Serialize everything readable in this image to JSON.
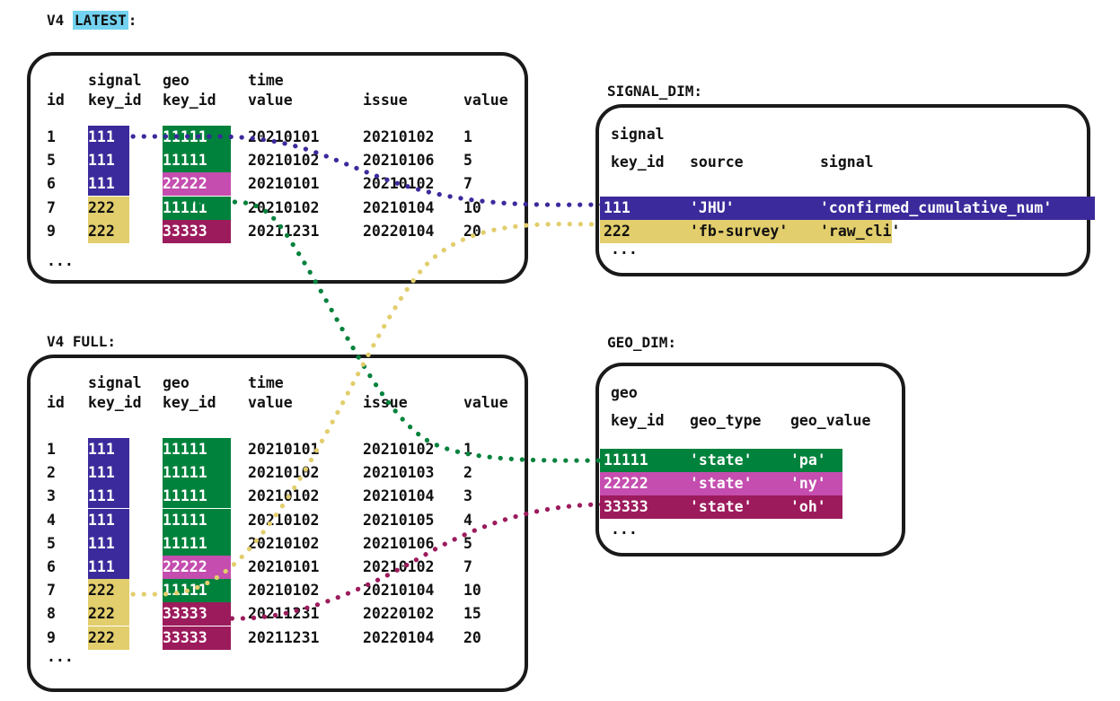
{
  "meta": {
    "title": "COVIDcast V4 database schema: fact tables and dimension tables",
    "palette": {
      "purple": "#3B2A9B",
      "yellow": "#E2CE6C",
      "green": "#00823C",
      "magenta": "#C44DAF",
      "maroon": "#9C1B5C",
      "highlight_cyan": "#73D2F0",
      "stroke": "#1a1a1a",
      "background": "#ffffff"
    },
    "ellipsis": "..."
  },
  "captions": {
    "latest_prefix": "V4 ",
    "latest_badge": "LATEST",
    "latest_suffix": ":",
    "full": "V4 FULL:",
    "signal_dim": "SIGNAL_DIM:",
    "geo_dim": "GEO_DIM:"
  },
  "fact_columns": {
    "line1": [
      "",
      "signal",
      "geo",
      "time",
      "",
      ""
    ],
    "line2": [
      "id",
      "key_id",
      "key_id",
      "value",
      "issue",
      "value"
    ]
  },
  "latest_table": {
    "name": "V4 LATEST",
    "rows": [
      {
        "id": "1",
        "signal_key_id": "111",
        "signal_color": "purple",
        "geo_key_id": "11111",
        "geo_color": "green",
        "time_value": "20210101",
        "issue": "20210102",
        "value": "1"
      },
      {
        "id": "5",
        "signal_key_id": "111",
        "signal_color": "purple",
        "geo_key_id": "11111",
        "geo_color": "green",
        "time_value": "20210102",
        "issue": "20210106",
        "value": "5"
      },
      {
        "id": "6",
        "signal_key_id": "111",
        "signal_color": "purple",
        "geo_key_id": "22222",
        "geo_color": "magenta",
        "time_value": "20210101",
        "issue": "20210102",
        "value": "7"
      },
      {
        "id": "7",
        "signal_key_id": "222",
        "signal_color": "yellow",
        "geo_key_id": "11111",
        "geo_color": "green",
        "time_value": "20210102",
        "issue": "20210104",
        "value": "10"
      },
      {
        "id": "9",
        "signal_key_id": "222",
        "signal_color": "yellow",
        "geo_key_id": "33333",
        "geo_color": "maroon",
        "time_value": "20211231",
        "issue": "20220104",
        "value": "20"
      }
    ]
  },
  "full_table": {
    "name": "V4 FULL",
    "rows": [
      {
        "id": "1",
        "signal_key_id": "111",
        "signal_color": "purple",
        "geo_key_id": "11111",
        "geo_color": "green",
        "time_value": "20210101",
        "issue": "20210102",
        "value": "1"
      },
      {
        "id": "2",
        "signal_key_id": "111",
        "signal_color": "purple",
        "geo_key_id": "11111",
        "geo_color": "green",
        "time_value": "20210102",
        "issue": "20210103",
        "value": "2"
      },
      {
        "id": "3",
        "signal_key_id": "111",
        "signal_color": "purple",
        "geo_key_id": "11111",
        "geo_color": "green",
        "time_value": "20210102",
        "issue": "20210104",
        "value": "3"
      },
      {
        "id": "4",
        "signal_key_id": "111",
        "signal_color": "purple",
        "geo_key_id": "11111",
        "geo_color": "green",
        "time_value": "20210102",
        "issue": "20210105",
        "value": "4"
      },
      {
        "id": "5",
        "signal_key_id": "111",
        "signal_color": "purple",
        "geo_key_id": "11111",
        "geo_color": "green",
        "time_value": "20210102",
        "issue": "20210106",
        "value": "5"
      },
      {
        "id": "6",
        "signal_key_id": "111",
        "signal_color": "purple",
        "geo_key_id": "22222",
        "geo_color": "magenta",
        "time_value": "20210101",
        "issue": "20210102",
        "value": "7"
      },
      {
        "id": "7",
        "signal_key_id": "222",
        "signal_color": "yellow",
        "geo_key_id": "11111",
        "geo_color": "green",
        "time_value": "20210102",
        "issue": "20210104",
        "value": "10"
      },
      {
        "id": "8",
        "signal_key_id": "222",
        "signal_color": "yellow",
        "geo_key_id": "33333",
        "geo_color": "maroon",
        "time_value": "20211231",
        "issue": "20220102",
        "value": "15"
      },
      {
        "id": "9",
        "signal_key_id": "222",
        "signal_color": "yellow",
        "geo_key_id": "33333",
        "geo_color": "maroon",
        "time_value": "20211231",
        "issue": "20220104",
        "value": "20"
      }
    ]
  },
  "signal_dim": {
    "name": "SIGNAL_DIM",
    "columns": {
      "line1": [
        "signal",
        "",
        ""
      ],
      "line2": [
        "key_id",
        "source",
        "signal"
      ]
    },
    "rows": [
      {
        "key_id": "111",
        "source": "'JHU'",
        "signal": "'confirmed_cumulative_num'",
        "color": "purple"
      },
      {
        "key_id": "222",
        "source": "'fb-survey'",
        "signal": "'raw_cli'",
        "color": "yellow"
      }
    ]
  },
  "geo_dim": {
    "name": "GEO_DIM",
    "columns": {
      "line1": [
        "geo",
        "",
        ""
      ],
      "line2": [
        "key_id",
        "geo_type",
        "geo_value"
      ]
    },
    "rows": [
      {
        "key_id": "11111",
        "geo_type": "'state'",
        "geo_value": "'pa'",
        "color": "green"
      },
      {
        "key_id": "22222",
        "geo_type": "'state'",
        "geo_value": "'ny'",
        "color": "magenta"
      },
      {
        "key_id": "33333",
        "geo_type": "'state'",
        "geo_value": "'oh'",
        "color": "maroon"
      }
    ]
  },
  "connectors": [
    {
      "name": "latest-signal-111-to-signal-dim-111",
      "color": "#3B2A9B"
    },
    {
      "name": "latest-geo-11111-to-geo-dim-11111",
      "color": "#00823C"
    },
    {
      "name": "full-signal-222-to-signal-dim-222",
      "color": "#E2CE6C"
    },
    {
      "name": "full-geo-33333-to-geo-dim-33333",
      "color": "#9C1B5C"
    }
  ]
}
